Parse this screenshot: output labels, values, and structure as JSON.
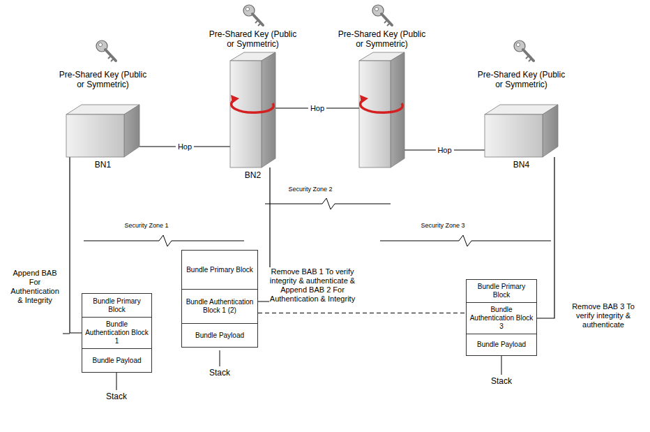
{
  "diagram": {
    "nodes": [
      {
        "text": [
          "Pre-Shared Key (Public or Symmetric)",
          "BN1"
        ]
      },
      {
        "text": [
          "Pre-Shared Key (Public or Symmetric)",
          "BN2"
        ]
      },
      {
        "text": [
          "Pre-Shared Key (Public or Symmetric)"
        ]
      },
      {
        "text": [
          "Pre-Shared Key (Public or Symmetric)",
          "BN4"
        ]
      },
      {
        "text": [
          "Bundle Primary Block"
        ]
      },
      {
        "text": [
          "Bundle Authentication Block 1"
        ]
      },
      {
        "text": [
          "Bundle Payload"
        ]
      },
      {
        "text": [
          "Bundle Primary Block"
        ]
      },
      {
        "text": [
          "Bundle Authentication Block 1 (2)"
        ]
      },
      {
        "text": [
          "Bundle Payload"
        ]
      },
      {
        "text": [
          "Bundle Primary Block"
        ]
      },
      {
        "text": [
          "Bundle Authentication Block 3"
        ]
      },
      {
        "text": [
          "Bundle Payload"
        ]
      }
    ],
    "edges": [
      {
        "from": 0,
        "to": 1,
        "label": "Hop",
        "arrow": "none"
      },
      {
        "from": 1,
        "to": 2,
        "label": "Hop",
        "arrow": "none"
      },
      {
        "from": 2,
        "to": 3,
        "label": "Hop",
        "arrow": "none"
      },
      {
        "from": 0,
        "to": 5,
        "arrow": "none"
      },
      {
        "from": 1,
        "to": 8,
        "arrow": "none"
      },
      {
        "from": 8,
        "to": 11,
        "arrow": "none"
      },
      {
        "from": 3,
        "to": 11,
        "arrow": "none"
      }
    ],
    "labels": [
      "Security Zone 2",
      "Security Zone 1",
      "Security Zone 3",
      "Append BAB For Authentication & Integrity",
      "Stack",
      "Remove BAB 1 To verify integrity & authenticate & Append BAB 2 For Authentication & Integrity",
      "Stack",
      "Remove BAB 3 To verify integrity & authenticate",
      "Stack"
    ]
  }
}
